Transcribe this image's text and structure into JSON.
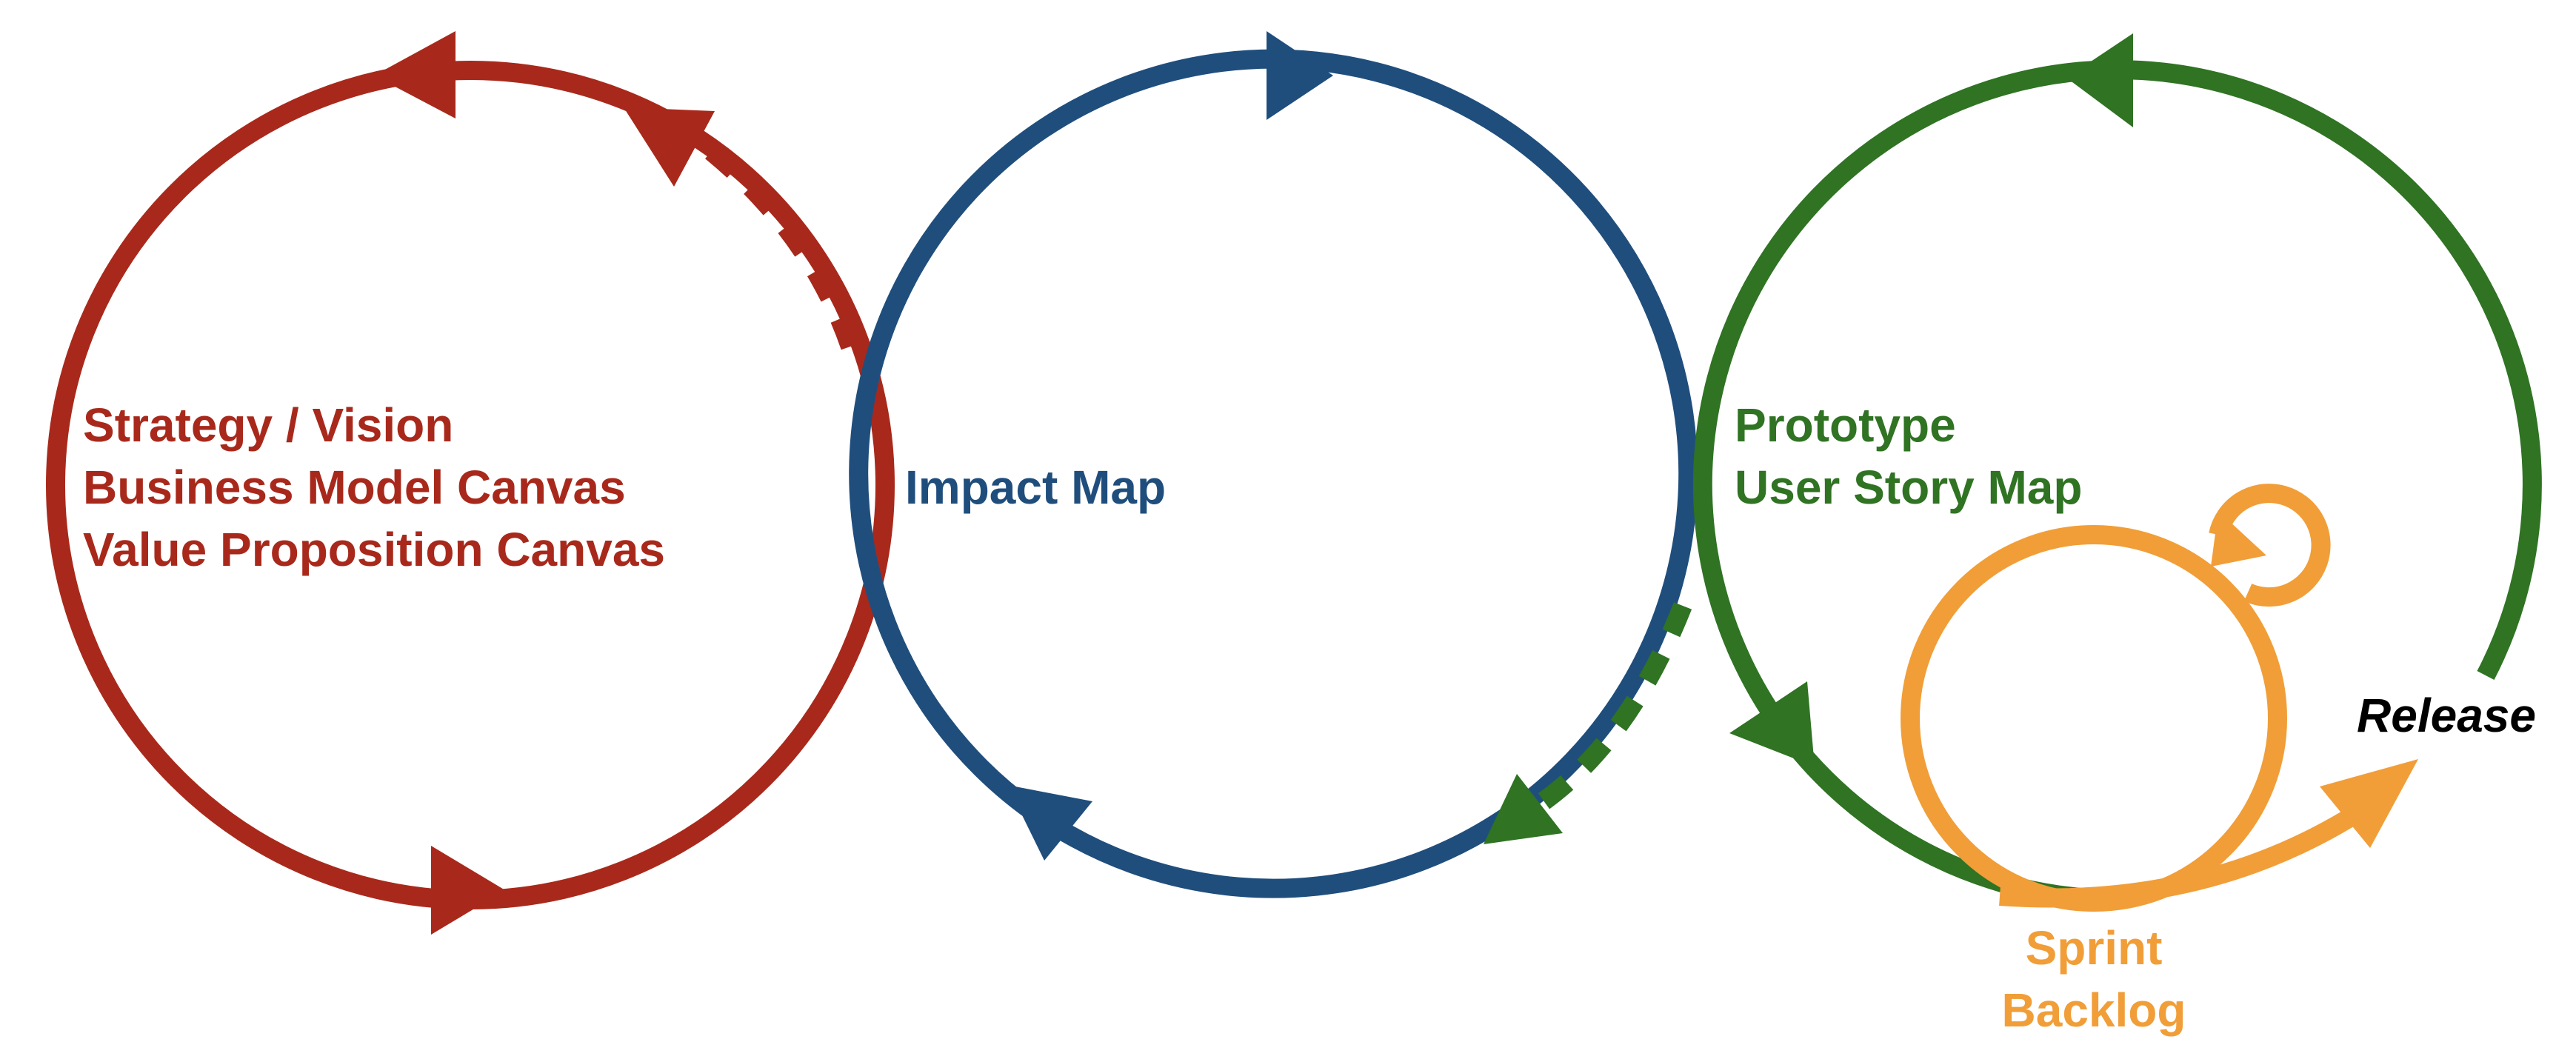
{
  "colors": {
    "strategy": "#A8291B",
    "impact": "#1F4E7D",
    "delivery": "#2F7323",
    "sprint": "#F19E38",
    "release": "#000000",
    "background": "#FFFFFF"
  },
  "icons": [
    "arrowhead-icon",
    "dashed-arrow-icon"
  ],
  "strategy_cycle": {
    "lines": [
      "Strategy / Vision",
      "Business Model Canvas",
      "Value Proposition Canvas"
    ]
  },
  "impact_cycle": {
    "lines": [
      "Impact Map"
    ]
  },
  "delivery_cycle": {
    "lines": [
      "Prototype",
      "User Story Map"
    ]
  },
  "sprint_cycle": {
    "lines": [
      "Sprint",
      "Backlog"
    ]
  },
  "release": {
    "label": "Release"
  }
}
